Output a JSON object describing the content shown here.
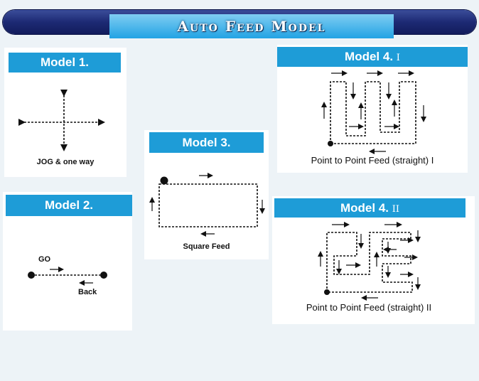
{
  "banner": {
    "title": "Auto Feed Model"
  },
  "models": {
    "m1": {
      "title": "Model 1.",
      "caption": "JOG & one way"
    },
    "m2": {
      "title": "Model 2.",
      "go": "GO",
      "back": "Back"
    },
    "m3": {
      "title": "Model 3.",
      "caption": "Square Feed"
    },
    "m4a": {
      "title": "Model 4.",
      "numeral": "I",
      "caption": "Point to Point Feed (straight) I"
    },
    "m4b": {
      "title": "Model 4.",
      "numeral": "II",
      "caption": "Point to Point Feed (straight) II"
    }
  },
  "colors": {
    "header": "#1e9cd7",
    "banner": "#1d2a74",
    "ink": "#111111"
  }
}
